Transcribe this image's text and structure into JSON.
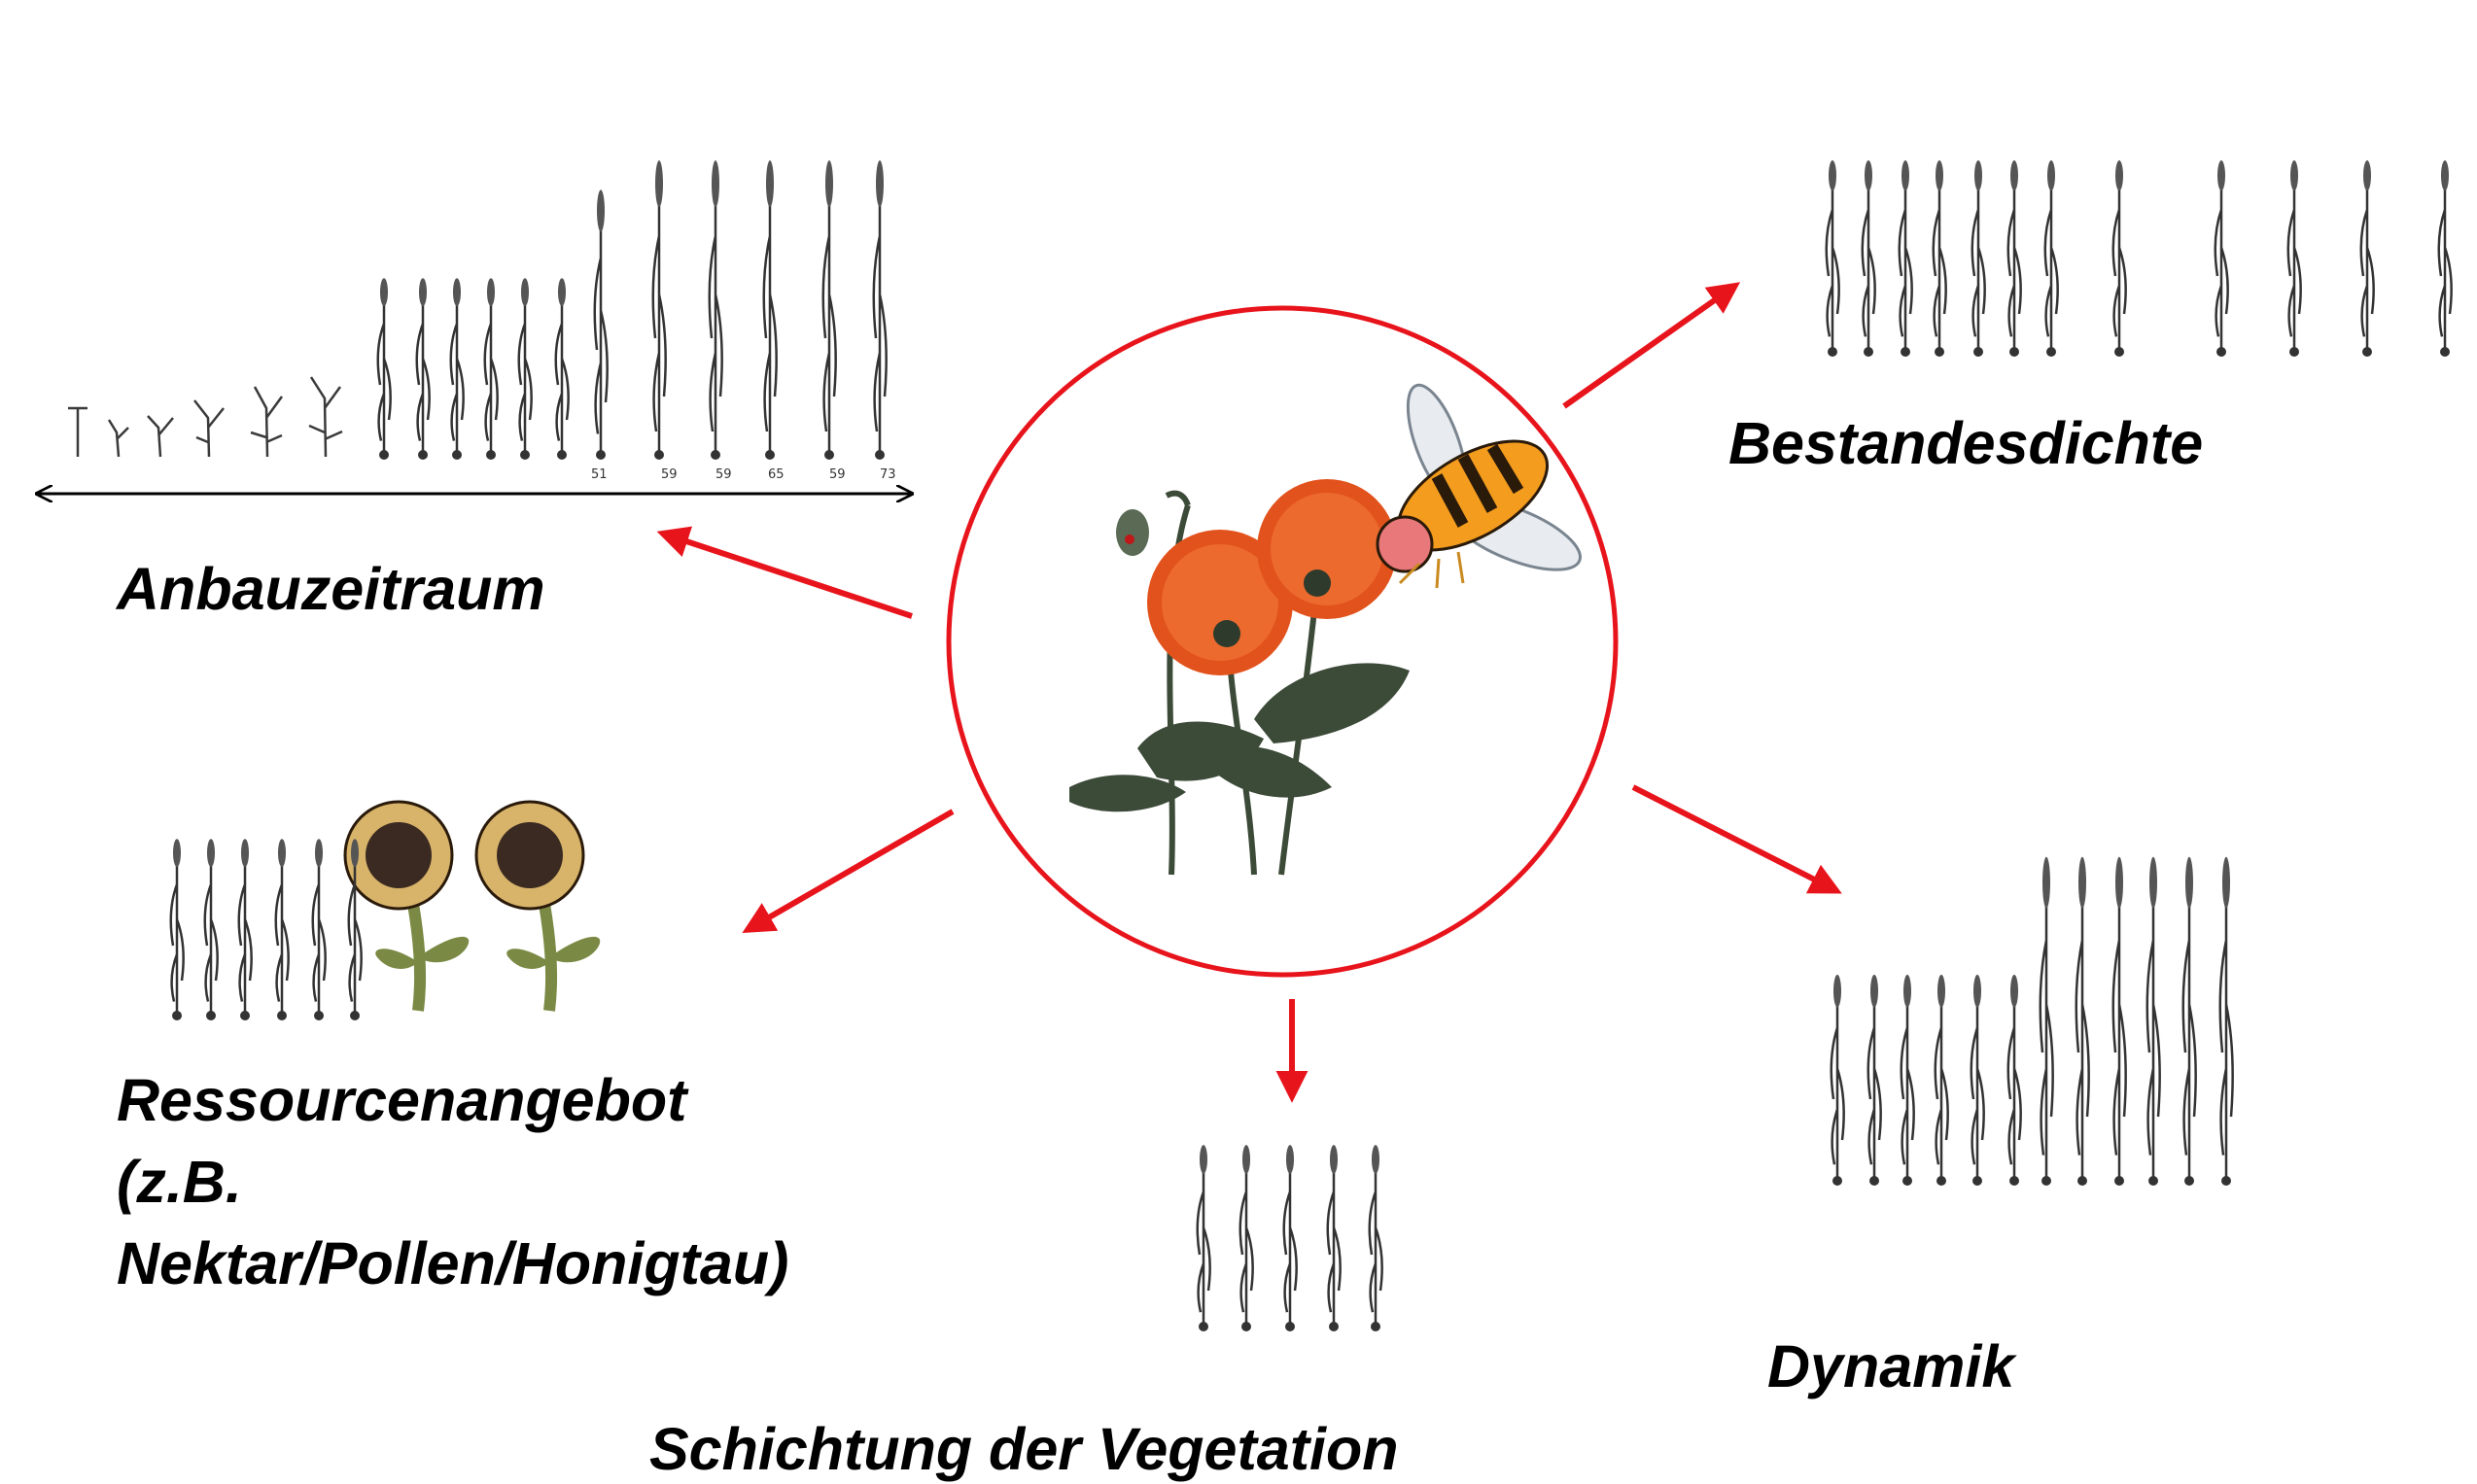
{
  "labels": {
    "anbauzeitraum": "Anbauzeitraum",
    "bestandesdichte": "Bestandesdichte",
    "ressourcenangebot": {
      "line1": "Ressourcenangebot",
      "line2": "(z.B.",
      "line3": "Nektar/Pollen/Honigtau)"
    },
    "schichtung": "Schichtung der Vegetation",
    "dynamik": "Dynamik"
  },
  "growth_stage_numbers": [
    "51",
    "59",
    "59",
    "65",
    "59",
    "73"
  ],
  "colors": {
    "arrow": "#e8141c",
    "circle": "#e8141c",
    "plant_ink": "#333333",
    "poppy": "#e2521c",
    "leaf": "#3c4a38",
    "hoverfly_body": "#f39c1e",
    "sunflower_petal": "#d8b46a",
    "sunflower_center": "#3a2a22"
  },
  "icons": [
    "hoverfly-icon",
    "poppy-icon",
    "sunflower-icon",
    "cereal-plant-icon"
  ]
}
